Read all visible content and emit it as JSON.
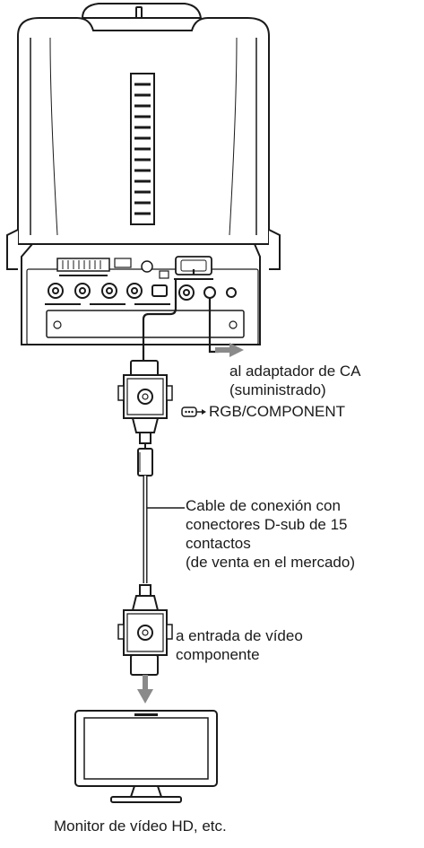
{
  "labels": {
    "ac_adapter_line1": "al adaptador de CA",
    "ac_adapter_line2": "(suministrado)",
    "rgb_component": "RGB/COMPONENT",
    "cable_line1": "Cable de conexión con",
    "cable_line2": "conectores D-sub de 15",
    "cable_line3": "contactos",
    "cable_line4": "(de venta en el mercado)",
    "video_input_line1": "a entrada de vídeo",
    "video_input_line2": "componente",
    "monitor": "Monitor de vídeo HD, etc."
  },
  "icons": {
    "rgb_connector": "dsub-connector-arrow-icon"
  },
  "colors": {
    "line": "#1a1a1a",
    "body_fill": "#ffffff",
    "arrow_gray": "#8a8a8a"
  }
}
